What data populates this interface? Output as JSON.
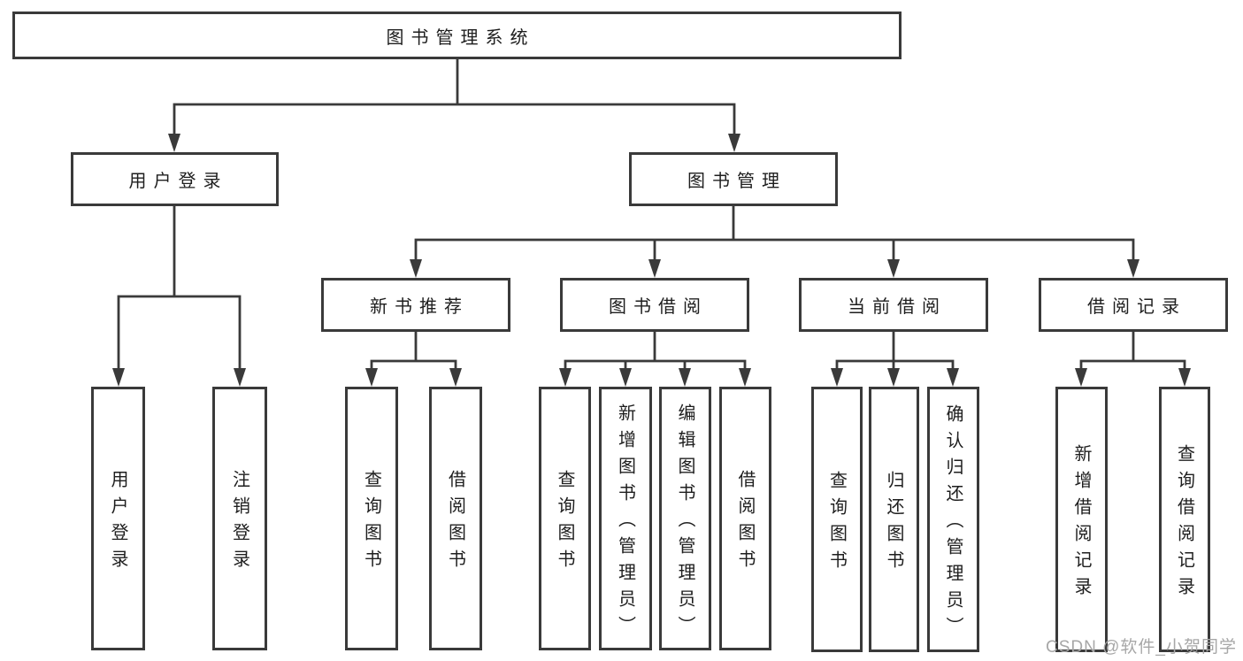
{
  "diagram": {
    "root": "图书管理系统",
    "level1": {
      "user_login": "用户登录",
      "book_management": "图书管理"
    },
    "level2": {
      "new_book_recommendation": "新书推荐",
      "book_borrowing": "图书借阅",
      "current_borrowing": "当前借阅",
      "borrowing_records": "借阅记录"
    },
    "leaves": {
      "login": "用户登录",
      "logout": "注销登录",
      "nb_query_books": "查询图书",
      "nb_borrow_books": "借阅图书",
      "bb_query_books": "查询图书",
      "bb_add_books_admin": "新增图书（管理员）",
      "bb_edit_books_admin": "编辑图书（管理员）",
      "bb_borrow_books": "借阅图书",
      "cb_query_books": "查询图书",
      "cb_return_books": "归还图书",
      "cb_confirm_return_admin": "确认归还（管理员）",
      "br_add_record": "新增借阅记录",
      "br_query_record": "查询借阅记录"
    },
    "line_color": "#3a3a3a"
  },
  "watermark": "CSDN @软件_小贺同学"
}
